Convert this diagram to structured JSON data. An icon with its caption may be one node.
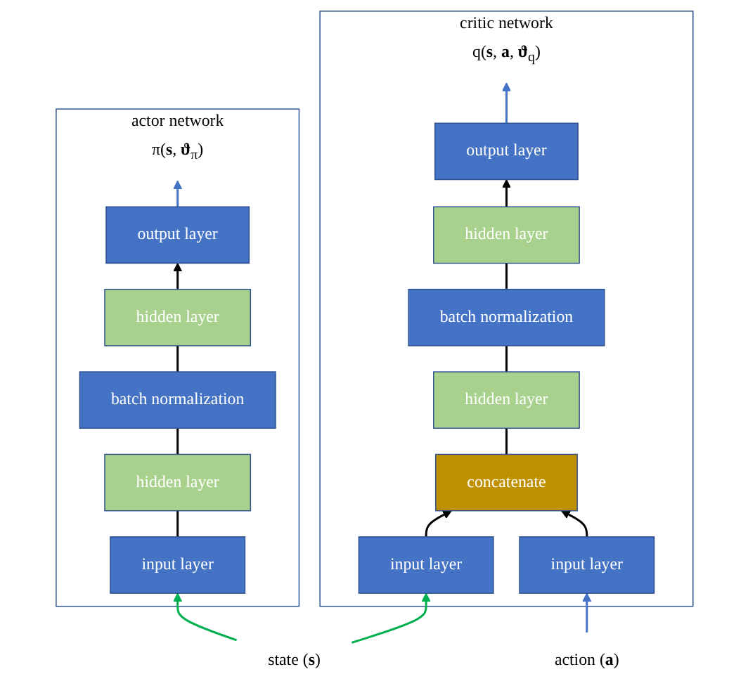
{
  "diagram": {
    "nodes": [
      {
        "text": [
          "actor network"
        ]
      },
      {
        "text": [
          "π(**s**, **ϑ**$_{π}$)"
        ],
        "in": 0
      },
      {
        "text": [
          "output layer"
        ],
        "in": 0
      },
      {
        "text": [
          "hidden layer"
        ],
        "in": 0
      },
      {
        "text": [
          "batch normalization"
        ],
        "in": 0
      },
      {
        "text": [
          "hidden layer"
        ],
        "in": 0
      },
      {
        "text": [
          "input layer"
        ],
        "in": 0
      },
      {
        "text": [
          "critic network"
        ]
      },
      {
        "text": [
          "q(**s**, **a**, **ϑ**$_{q}$)"
        ],
        "in": 7
      },
      {
        "text": [
          "output layer"
        ],
        "in": 7
      },
      {
        "text": [
          "hidden layer"
        ],
        "in": 7
      },
      {
        "text": [
          "batch normalization"
        ],
        "in": 7
      },
      {
        "text": [
          "hidden layer"
        ],
        "in": 7
      },
      {
        "text": [
          "concatenate"
        ],
        "in": 7
      },
      {
        "text": [
          "input layer"
        ],
        "in": 7
      },
      {
        "text": [
          "input layer"
        ],
        "in": 7
      },
      {
        "text": [
          "state (**s**)"
        ]
      },
      {
        "text": [
          "action (**a**)"
        ]
      }
    ],
    "edges": [
      {
        "from": 6,
        "to": 5,
        "arrow": "none"
      },
      {
        "from": 5,
        "to": 4,
        "arrow": "none"
      },
      {
        "from": 4,
        "to": 3,
        "arrow": "none"
      },
      {
        "from": 3,
        "to": 2,
        "arrow": "to"
      },
      {
        "from": 2,
        "to": 1,
        "arrow": "to",
        "color": "#4472c4"
      },
      {
        "from": 14,
        "to": 13,
        "arrow": "to"
      },
      {
        "from": 15,
        "to": 13,
        "arrow": "to"
      },
      {
        "from": 13,
        "to": 12,
        "arrow": "none"
      },
      {
        "from": 12,
        "to": 11,
        "arrow": "none"
      },
      {
        "from": 11,
        "to": 10,
        "arrow": "none"
      },
      {
        "from": 10,
        "to": 9,
        "arrow": "to"
      },
      {
        "from": 9,
        "to": 8,
        "arrow": "to",
        "color": "#4472c4"
      },
      {
        "from": 16,
        "to": 6,
        "arrow": "to",
        "color": "#00b050"
      },
      {
        "from": 16,
        "to": 14,
        "arrow": "to",
        "color": "#00b050"
      },
      {
        "from": 17,
        "to": 15,
        "arrow": "to",
        "color": "#4472c4"
      }
    ]
  }
}
